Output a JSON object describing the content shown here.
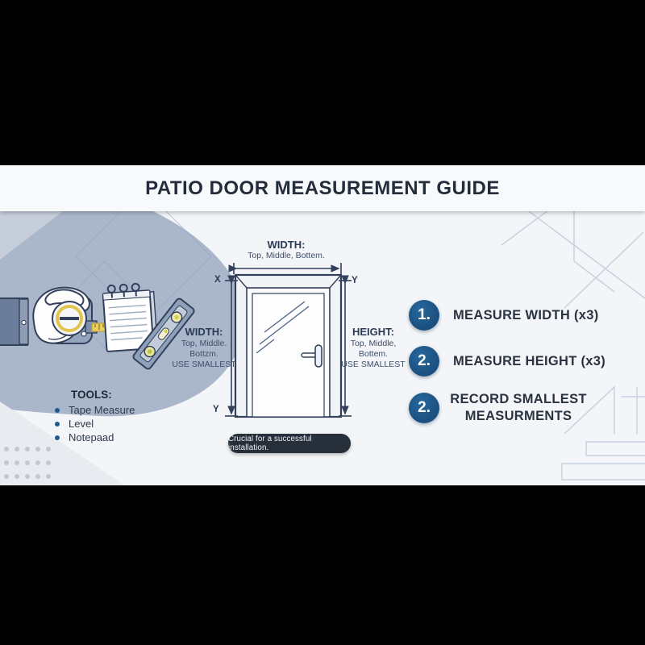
{
  "title": "PATIO DOOR MEASUREMENT GUIDE",
  "door_diagram": {
    "top_label": {
      "heading": "WIDTH:",
      "sub": "Top, Middle, Bottem."
    },
    "left_label": {
      "heading": "WIDTH:",
      "lines": [
        "Top, Middle.",
        "Bottzm.",
        "USE SMALLEST"
      ]
    },
    "right_label": {
      "heading": "HEIGHT:",
      "lines": [
        "Top, Middle,",
        "Bottem.",
        "USE SMALLEST"
      ]
    },
    "markers": {
      "top_left": "X",
      "top_right": "Y",
      "bottom_left": "Y"
    },
    "note": "Crucial for a successful installation."
  },
  "tools": {
    "heading": "TOOLS:",
    "items": [
      "Tape Measure",
      "Level",
      "Notepaad"
    ]
  },
  "steps": {
    "step1": {
      "number": "1.",
      "label": "MEASURE WIDTH (x3)"
    },
    "step2": {
      "number": "2.",
      "label": "MEASURE HEIGHT (x3)"
    },
    "step3": {
      "number": "2.",
      "line1": "RECORD SMALLEST",
      "line2": "MEASURMENTS"
    }
  },
  "colors": {
    "badge_blue": "#1d5886",
    "outline_navy": "#32405c",
    "pill_bg": "#272f3b",
    "tape_yellow": "#ebd05e",
    "circle_gray_blue": "#aab7ca",
    "background": "#f3f5f8"
  }
}
